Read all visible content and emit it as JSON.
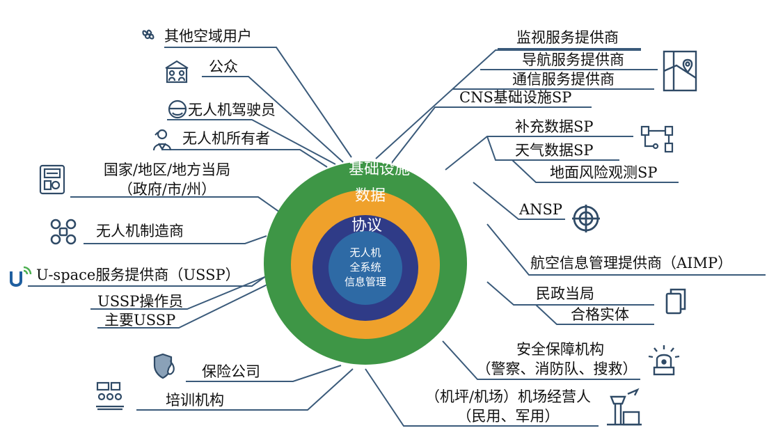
{
  "colors": {
    "line": "#3a5a7a",
    "ring_infrastructure": "#3e9646",
    "ring_data": "#efa12b",
    "ring_protocol": "#2f3b87",
    "core": "#2e6aa5",
    "icon": "#2f4a66"
  },
  "rings": {
    "infrastructure": "基础设施",
    "data": "数据",
    "protocol": "协议",
    "core_line1": "无人机",
    "core_line2": "全系统",
    "core_line3": "信息管理"
  },
  "left": {
    "other_airspace_users": "其他空域用户",
    "public": "公众",
    "uav_pilot": "无人机驾驶员",
    "uav_owner": "无人机所有者",
    "authority_line1": "国家/地区/地方当局",
    "authority_line2": "（政府/市/州）",
    "manufacturer": "无人机制造商",
    "ussp": "U-space服务提供商（USSP）",
    "ussp_operator": "USSP操作员",
    "main_ussp": "主要USSP",
    "insurance": "保险公司",
    "training": "培训机构"
  },
  "right": {
    "surveillance": "监视服务提供商",
    "navigation": "导航服务提供商",
    "communication": "通信服务提供商",
    "cns": "CNS基础设施SP",
    "supplementary_data": "补充数据SP",
    "weather": "天气数据SP",
    "ground_risk": "地面风险观测SP",
    "ansp": "ANSP",
    "aimp": "航空信息管理提供商（AIMP）",
    "civil_authority": "民政当局",
    "qualified_entity": "合格实体",
    "security_line1": "安全保障机构",
    "security_line2": "（警察、消防队、搜救）",
    "airport_line1": "（机坪/机场）机场经营人",
    "airport_line2": "（民用、军用）"
  },
  "icons": [
    "propeller-icon",
    "public-building-icon",
    "pilot-helmet-icon",
    "owner-person-icon",
    "id-badge-icon",
    "drone-icon",
    "ussp-signal-icon",
    "insurance-shield-icon",
    "classroom-icon",
    "map-pin-icon",
    "network-nodes-icon",
    "radar-target-icon",
    "documents-icon",
    "alarm-beacon-icon",
    "airport-tower-icon"
  ]
}
